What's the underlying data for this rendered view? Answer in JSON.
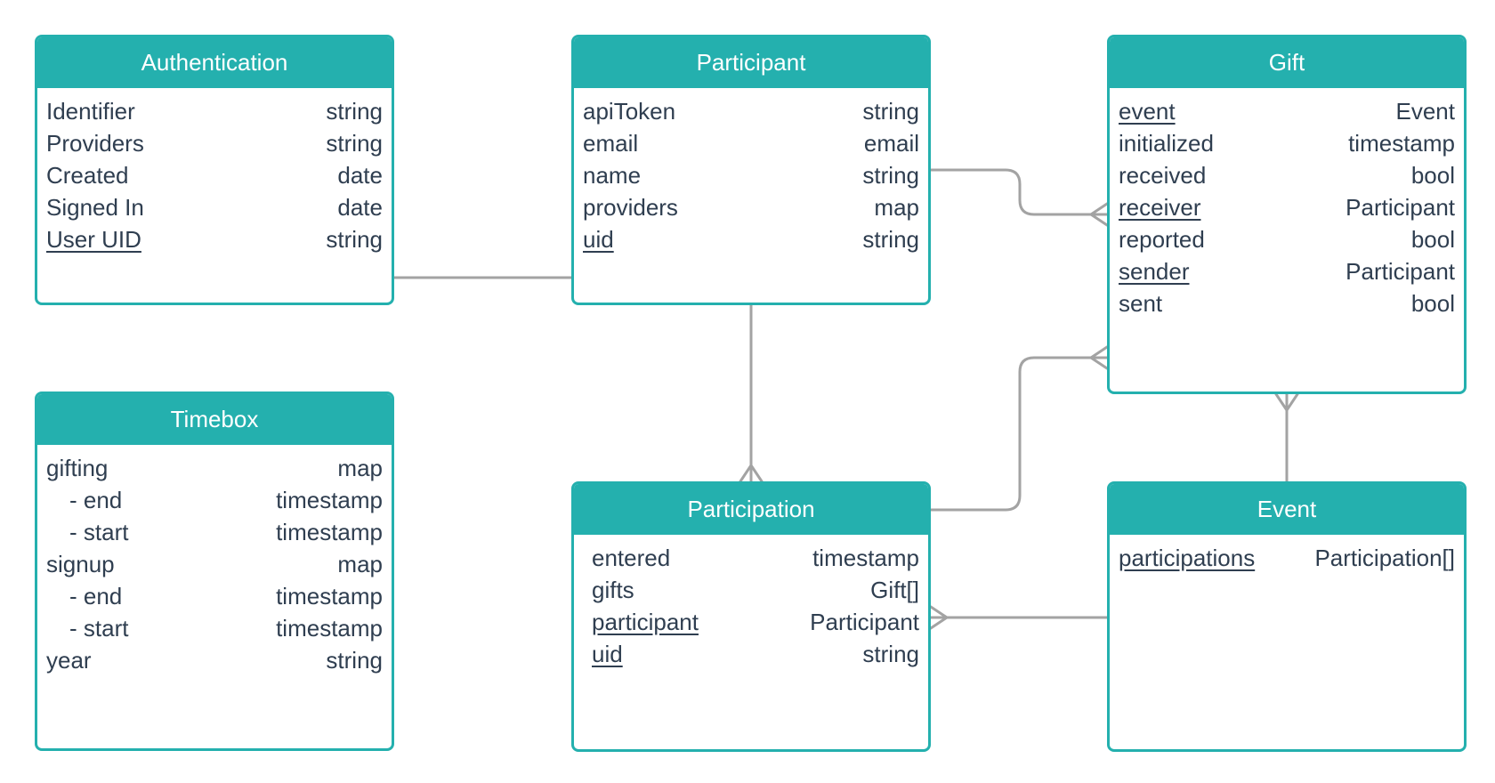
{
  "colors": {
    "header": "#24b0ae",
    "connector": "#a3a3a3",
    "text": "#2f3e50"
  },
  "entities": {
    "authentication": {
      "title": "Authentication",
      "fields": [
        {
          "name": "Identifier",
          "type": "string",
          "key": false
        },
        {
          "name": "Providers",
          "type": "string",
          "key": false
        },
        {
          "name": "Created",
          "type": "date",
          "key": false
        },
        {
          "name": "Signed In",
          "type": "date",
          "key": false
        },
        {
          "name": "User UID",
          "type": "string",
          "key": true
        }
      ]
    },
    "participant": {
      "title": "Participant",
      "fields": [
        {
          "name": "apiToken",
          "type": "string",
          "key": false
        },
        {
          "name": "email",
          "type": "email",
          "key": false
        },
        {
          "name": "name",
          "type": "string",
          "key": false
        },
        {
          "name": "providers",
          "type": "map",
          "key": false
        },
        {
          "name": "uid",
          "type": "string",
          "key": true
        }
      ]
    },
    "gift": {
      "title": "Gift",
      "fields": [
        {
          "name": "event",
          "type": "Event",
          "key": true
        },
        {
          "name": "initialized",
          "type": "timestamp",
          "key": false
        },
        {
          "name": "received",
          "type": "bool",
          "key": false
        },
        {
          "name": "receiver",
          "type": "Participant",
          "key": true
        },
        {
          "name": "reported",
          "type": "bool",
          "key": false
        },
        {
          "name": "sender",
          "type": "Participant",
          "key": true
        },
        {
          "name": "sent",
          "type": "bool",
          "key": false
        }
      ]
    },
    "timebox": {
      "title": "Timebox",
      "fields": [
        {
          "name": "gifting",
          "type": "map",
          "key": false,
          "sub": false
        },
        {
          "name": "- end",
          "type": "timestamp",
          "key": false,
          "sub": true
        },
        {
          "name": "- start",
          "type": "timestamp",
          "key": false,
          "sub": true
        },
        {
          "name": "signup",
          "type": "map",
          "key": false,
          "sub": false
        },
        {
          "name": "- end",
          "type": "timestamp",
          "key": false,
          "sub": true
        },
        {
          "name": "- start",
          "type": "timestamp",
          "key": false,
          "sub": true
        },
        {
          "name": "year",
          "type": "string",
          "key": false,
          "sub": false
        }
      ]
    },
    "participation": {
      "title": "Participation",
      "fields": [
        {
          "name": "entered",
          "type": "timestamp",
          "key": false
        },
        {
          "name": "gifts",
          "type": "Gift[]",
          "key": false
        },
        {
          "name": "participant",
          "type": "Participant",
          "key": true
        },
        {
          "name": "uid",
          "type": "string",
          "key": true
        }
      ]
    },
    "event": {
      "title": "Event",
      "fields": [
        {
          "name": "participations",
          "type": "Participation[]",
          "key": true
        }
      ]
    }
  }
}
